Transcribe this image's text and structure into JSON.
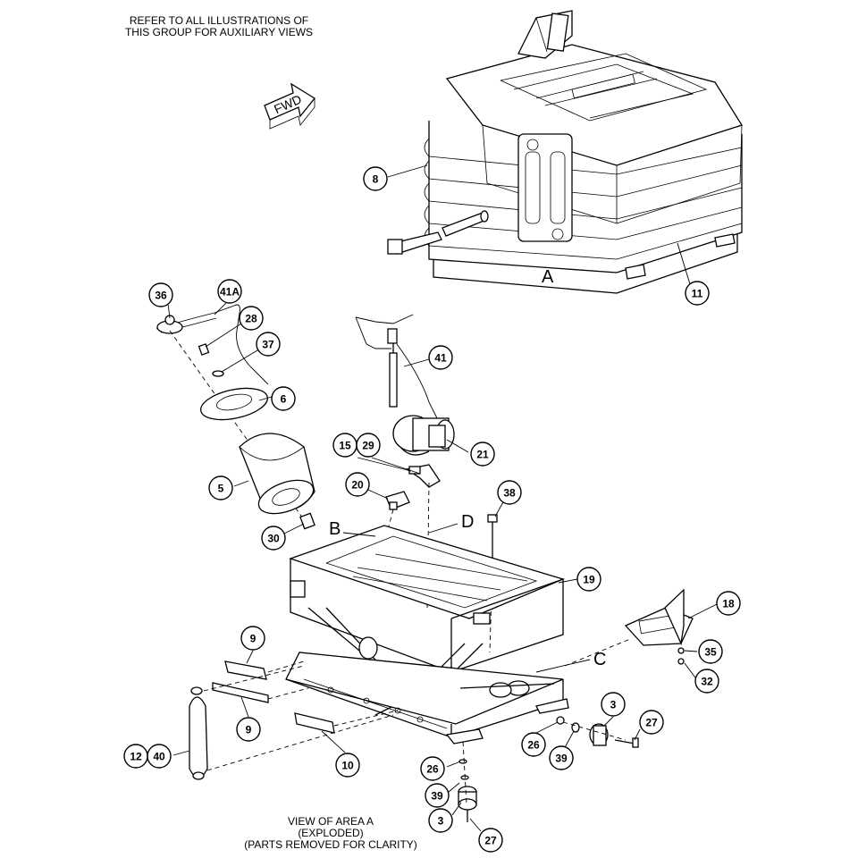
{
  "header_note": [
    "REFER TO ALL ILLUSTRATIONS OF",
    "THIS GROUP FOR AUXILIARY VIEWS"
  ],
  "direction_label": "FWD",
  "footer_note": [
    "VIEW OF AREA  A",
    "(EXPLODED)",
    "(PARTS REMOVED FOR CLARITY)"
  ],
  "area_labels": [
    "A",
    "B",
    "C",
    "D"
  ],
  "callouts": [
    "8",
    "11",
    "36",
    "41A",
    "28",
    "37",
    "6",
    "5",
    "30",
    "41",
    "15",
    "29",
    "21",
    "20",
    "38",
    "19",
    "18",
    "35",
    "32",
    "9",
    "9",
    "10",
    "12",
    "40",
    "26",
    "39",
    "3",
    "27",
    "26",
    "39",
    "3",
    "27"
  ]
}
